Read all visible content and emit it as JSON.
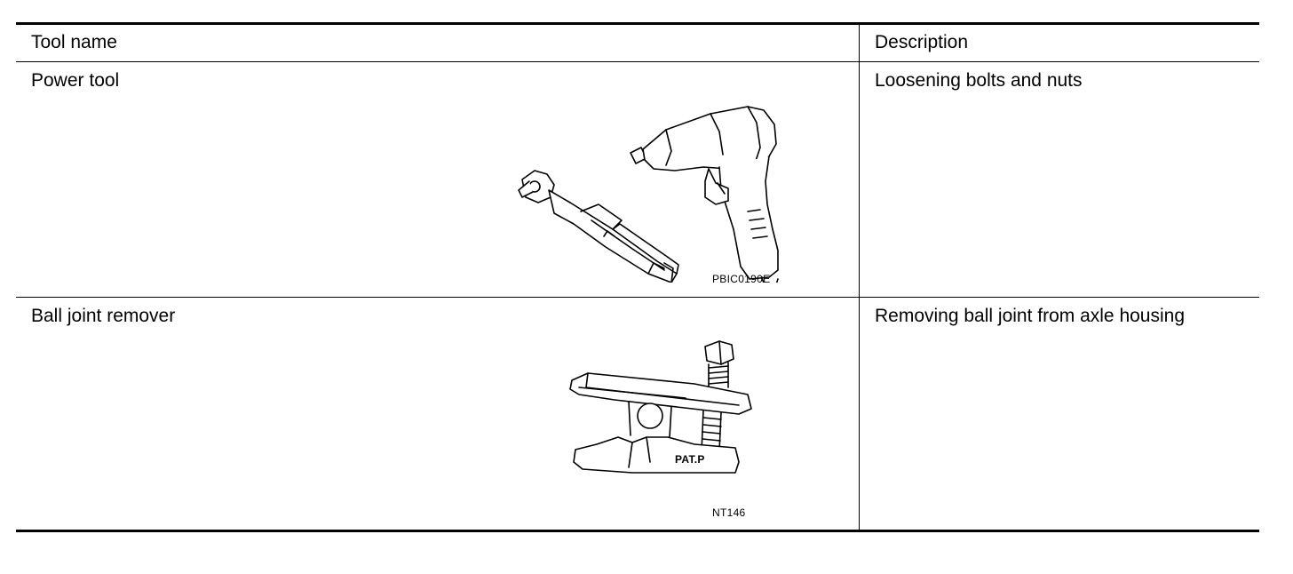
{
  "table": {
    "headers": {
      "tool_name": "Tool name",
      "description": "Description"
    },
    "rows": [
      {
        "tool_name": "Power tool",
        "description": "Loosening bolts and nuts",
        "figure_code": "PBIC0190E",
        "icon": "power-tool-icon"
      },
      {
        "tool_name": "Ball joint remover",
        "description": "Removing ball joint from axle housing",
        "figure_code": "NT146",
        "figure_label": "PAT.P",
        "icon": "ball-joint-remover-icon"
      }
    ]
  }
}
